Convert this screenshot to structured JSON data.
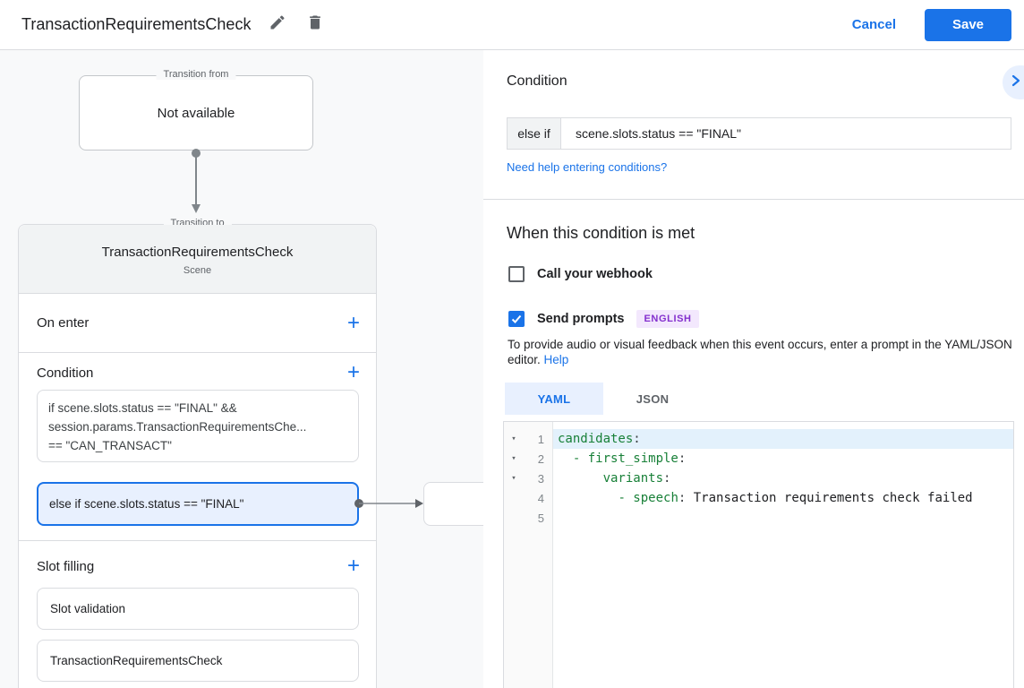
{
  "header": {
    "title": "TransactionRequirementsCheck",
    "cancel_label": "Cancel",
    "save_label": "Save"
  },
  "icons": {
    "add": "+",
    "fold": "▾"
  },
  "canvas": {
    "transition_from": {
      "label": "Transition from",
      "content": "Not available"
    },
    "scene": {
      "label": "Transition to",
      "title": "TransactionRequirementsCheck",
      "subtitle": "Scene",
      "on_enter_label": "On enter",
      "condition": {
        "label": "Condition",
        "box1_lines": [
          "if scene.slots.status == \"FINAL\" &&",
          "session.params.TransactionRequirementsChe...",
          "== \"CAN_TRANSACT\""
        ],
        "box2_text": "else if scene.slots.status == \"FINAL\""
      },
      "slot_filling": {
        "label": "Slot filling",
        "items": [
          "Slot validation",
          "TransactionRequirementsCheck"
        ]
      }
    }
  },
  "panel": {
    "title": "Condition",
    "condition_input": {
      "prefix": "else if",
      "value": "scene.slots.status == \"FINAL\""
    },
    "help_link": "Need help entering conditions?",
    "section_title": "When this condition is met",
    "webhook": {
      "label": "Call your webhook",
      "checked": false
    },
    "prompts": {
      "label": "Send prompts",
      "checked": true,
      "badge": "ENGLISH"
    },
    "helper_text": "To provide audio or visual feedback when this event occurs, enter a prompt in the YAML/JSON editor. ",
    "helper_link": "Help",
    "tabs": {
      "yaml": "YAML",
      "json": "JSON",
      "active": "YAML"
    },
    "editor": {
      "lines": [
        {
          "n": 1,
          "fold": true,
          "indent": 0,
          "dash": false,
          "key": "candidates",
          "value": "",
          "highlight": true
        },
        {
          "n": 2,
          "fold": true,
          "indent": 2,
          "dash": true,
          "key": "first_simple",
          "value": "",
          "highlight": false
        },
        {
          "n": 3,
          "fold": true,
          "indent": 6,
          "dash": false,
          "key": "variants",
          "value": "",
          "highlight": false
        },
        {
          "n": 4,
          "fold": false,
          "indent": 8,
          "dash": true,
          "key": "speech",
          "value": "Transaction requirements check failed",
          "highlight": false
        },
        {
          "n": 5,
          "fold": false,
          "indent": 0,
          "dash": false,
          "key": "",
          "value": "",
          "highlight": false
        }
      ]
    }
  },
  "colors": {
    "accent_blue": "#1a73e8",
    "selected_condition_bg": "#e8f0fe",
    "canvas_bg": "#f8f9fa",
    "card_header_bg": "#f1f3f4",
    "border": "#dadce0",
    "yaml_key_green": "#188038",
    "badge_bg": "#f3e8fd",
    "badge_text": "#8430ce"
  }
}
